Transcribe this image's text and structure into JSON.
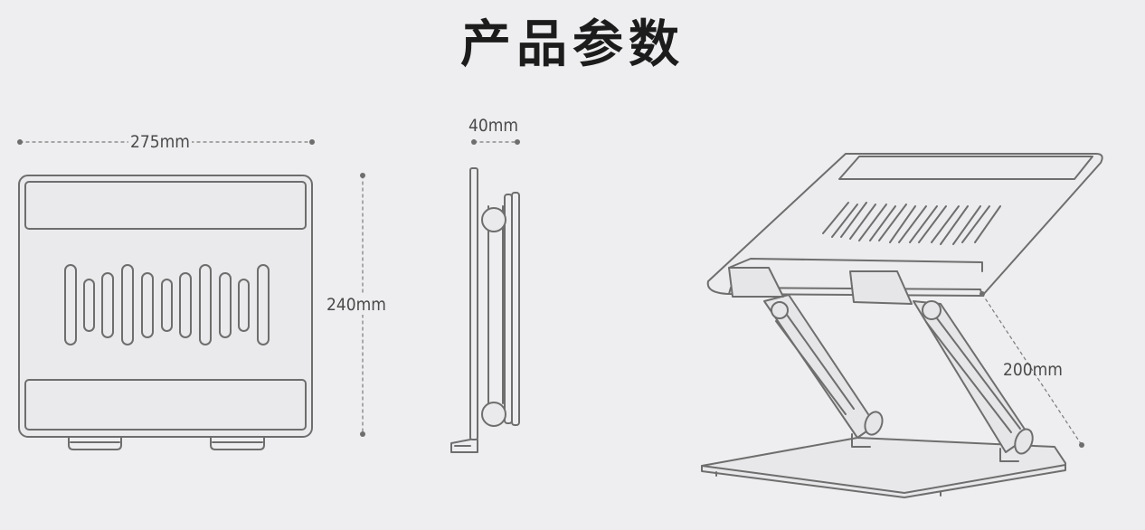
{
  "title": "产品参数",
  "dimensions": {
    "width": "275mm",
    "height": "240mm",
    "thickness": "40mm",
    "arm_length": "200mm"
  },
  "colors": {
    "background": "#eeeef0",
    "line": "#6e6e6e",
    "dim_line": "#7a7a7a",
    "title": "#1c1c1c"
  }
}
